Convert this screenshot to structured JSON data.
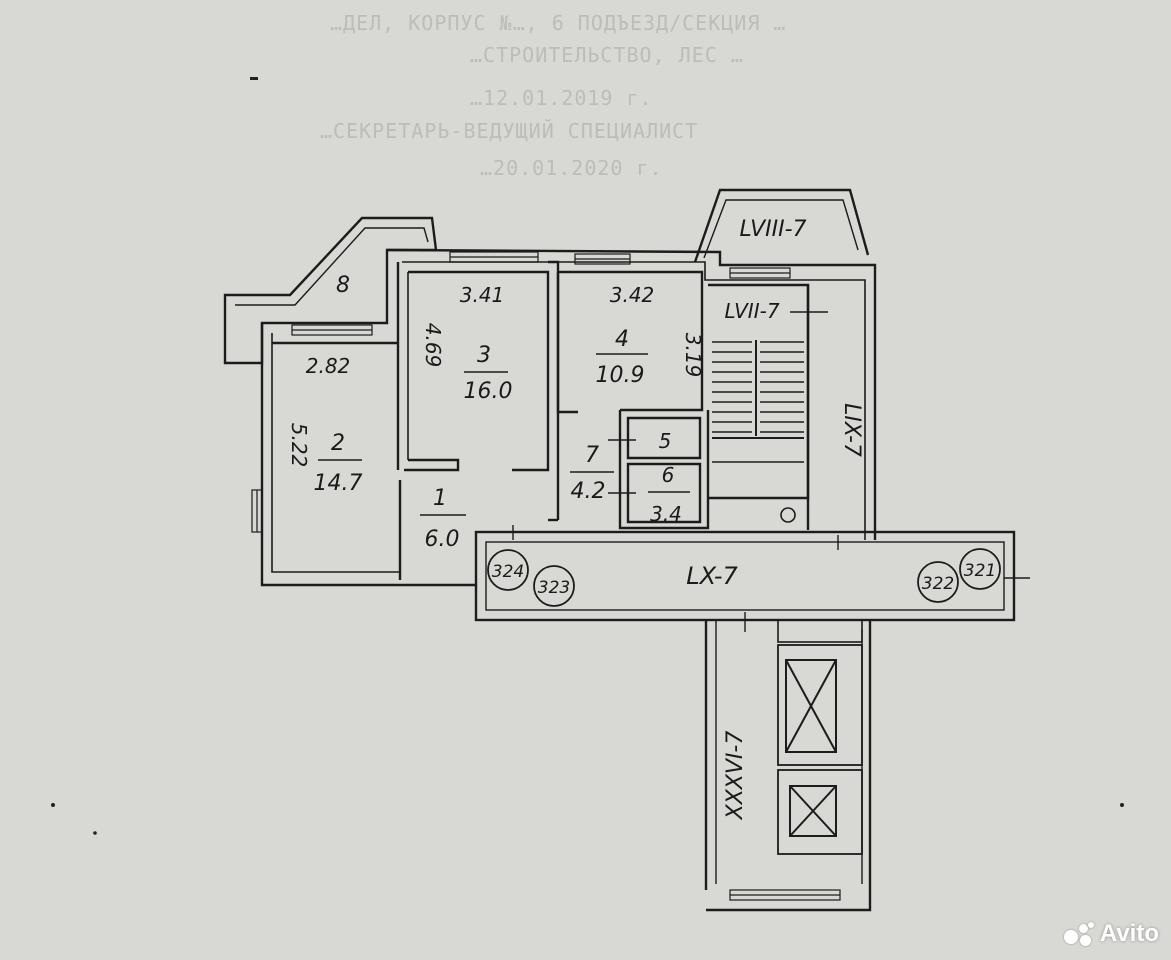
{
  "header_text": {
    "line1": "…ДЕЛ, КОРПУС №…, 6 ПОДЪЕЗД/СЕКЦИЯ …",
    "line2": "…СТРОИТЕЛЬСТВО, ЛЕС …",
    "line3": "…12.01.2019 г.",
    "line4": "…СЕКРЕТАРЬ-ВЕДУЩИЙ СПЕЦИАЛИСТ",
    "line5": "…20.01.2020 г."
  },
  "rooms": [
    {
      "id": "1",
      "area": "6.0"
    },
    {
      "id": "2",
      "area": "14.7"
    },
    {
      "id": "3",
      "area": "16.0"
    },
    {
      "id": "4",
      "area": "10.9"
    },
    {
      "id": "5",
      "area": ""
    },
    {
      "id": "6",
      "area": "3.4"
    },
    {
      "id": "7",
      "area": "4.2"
    },
    {
      "id": "8",
      "area": ""
    }
  ],
  "dimensions": {
    "room3_width": "3.41",
    "room4_width": "3.42",
    "room2_width": "2.82",
    "room3_depth": "4.69",
    "room4_depth": "3.19",
    "room2_depth": "5.22"
  },
  "zones": {
    "lviii": "LVIII-7",
    "lvii": "LVII-7",
    "lix": "LIX-7",
    "lx": "LX-7",
    "xxxvi": "XXXVI-7"
  },
  "circle_labels": [
    "324",
    "323",
    "322",
    "321"
  ],
  "watermark": {
    "text": "Avito"
  }
}
